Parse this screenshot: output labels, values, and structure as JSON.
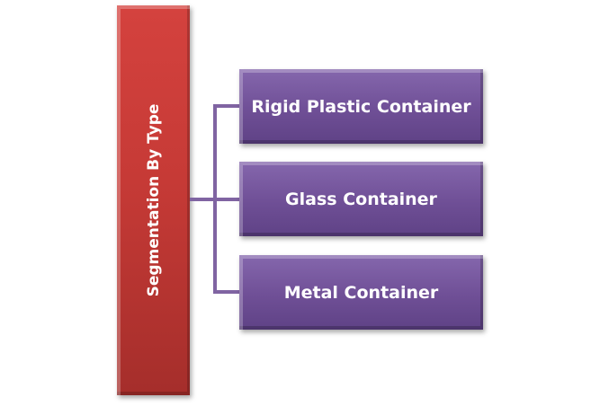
{
  "diagram": {
    "root": {
      "label": "Segmentation By Type"
    },
    "children": [
      {
        "label": "Rigid Plastic Container"
      },
      {
        "label": "Glass Container"
      },
      {
        "label": "Metal Container"
      }
    ],
    "colors": {
      "root": "#c63a36",
      "child": "#7050a0",
      "connector": "#8064a2"
    }
  }
}
